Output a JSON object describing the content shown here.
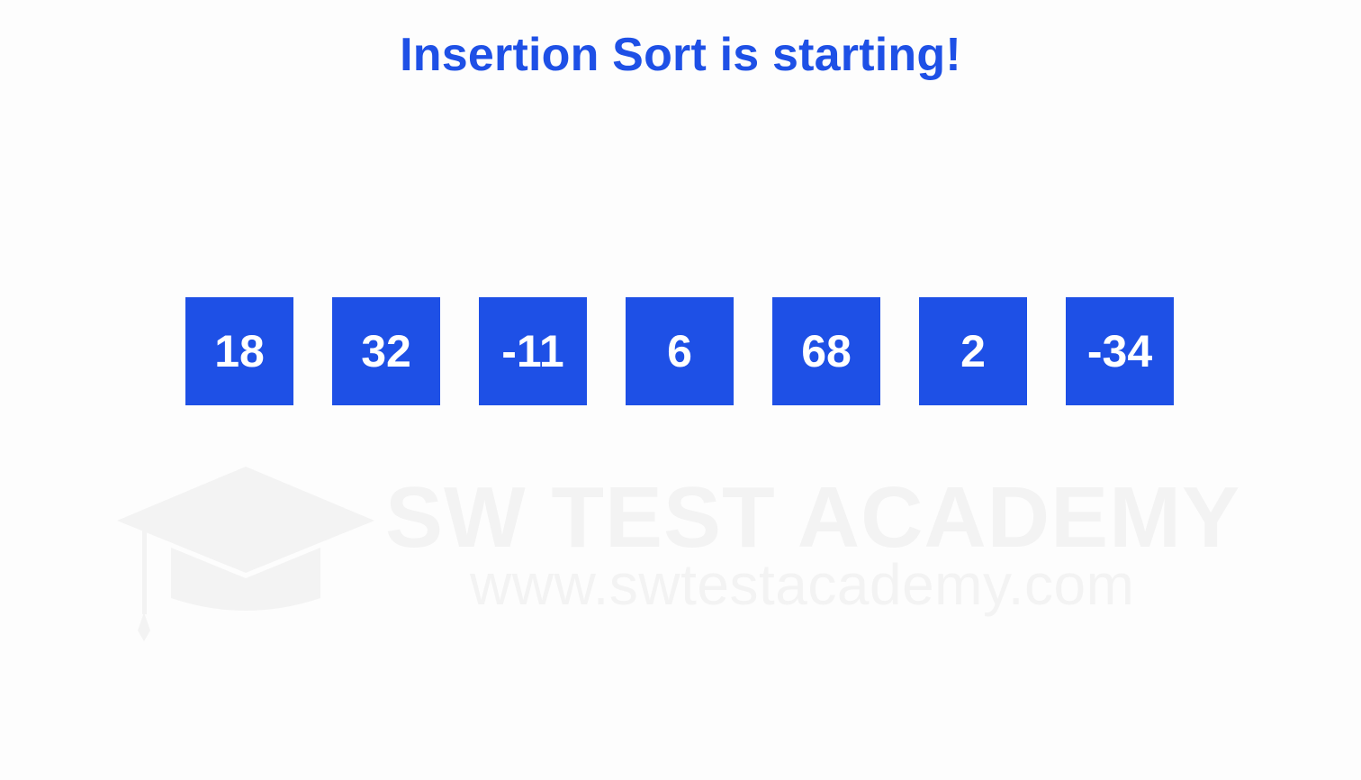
{
  "title": "Insertion Sort is starting!",
  "array": {
    "values": [
      "18",
      "32",
      "-11",
      "6",
      "68",
      "2",
      "-34"
    ]
  },
  "watermark": {
    "name": "SW TEST ACADEMY",
    "url": "www.swtestacademy.com"
  },
  "colors": {
    "accent": "#1e50e6",
    "cell_text": "#ffffff",
    "watermark": "#f3f3f3",
    "background": "#fdfdfd"
  },
  "icons": {
    "watermark_logo": "graduation-cap-icon"
  }
}
